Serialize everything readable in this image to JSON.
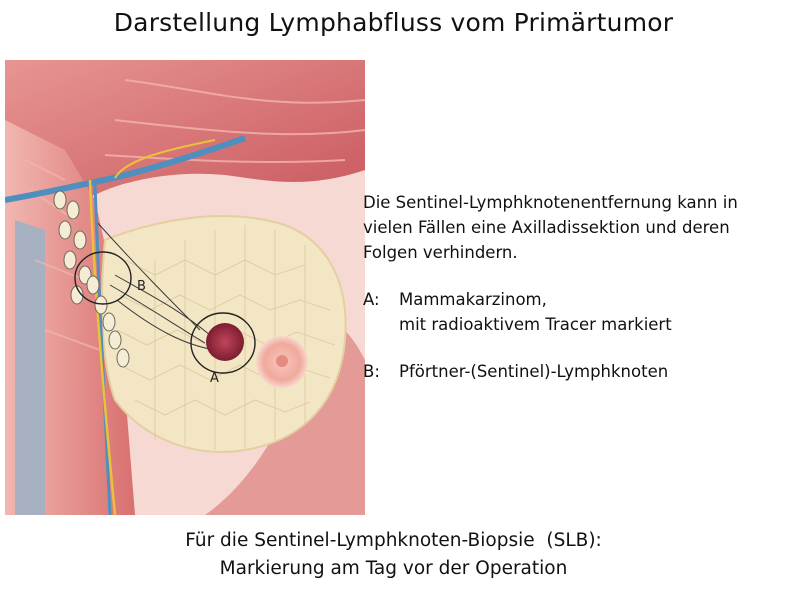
{
  "title": "Darstellung Lymphabfluss vom Primärtumor",
  "illustration": {
    "marker_a": "A",
    "marker_b": "B"
  },
  "description": {
    "intro_lines": [
      "Die Sentinel-Lymphknotenentfernung kann in",
      "vielen Fällen eine Axilladissektion und deren",
      "Folgen verhindern."
    ],
    "item_a": {
      "key": "A:",
      "line1": "Mammakarzinom,",
      "line2": "mit radioaktivem Tracer markiert"
    },
    "item_b": {
      "key": "B:",
      "line1": "Pförtner-(Sentinel)-Lymphknoten"
    }
  },
  "footer": {
    "line1": "Für die Sentinel-Lymphknoten-Biopsie  (SLB):",
    "line2": "Markierung am Tag vor der Operation"
  },
  "colors": {
    "muscle": "#d9787a",
    "muscle_light": "#ecaaa6",
    "fat": "#f3e6c4",
    "skin": "#f5d3c8",
    "vessel": "#4f8fc0",
    "nerve": "#e9c23a",
    "tumor": "#9a2a3a"
  }
}
